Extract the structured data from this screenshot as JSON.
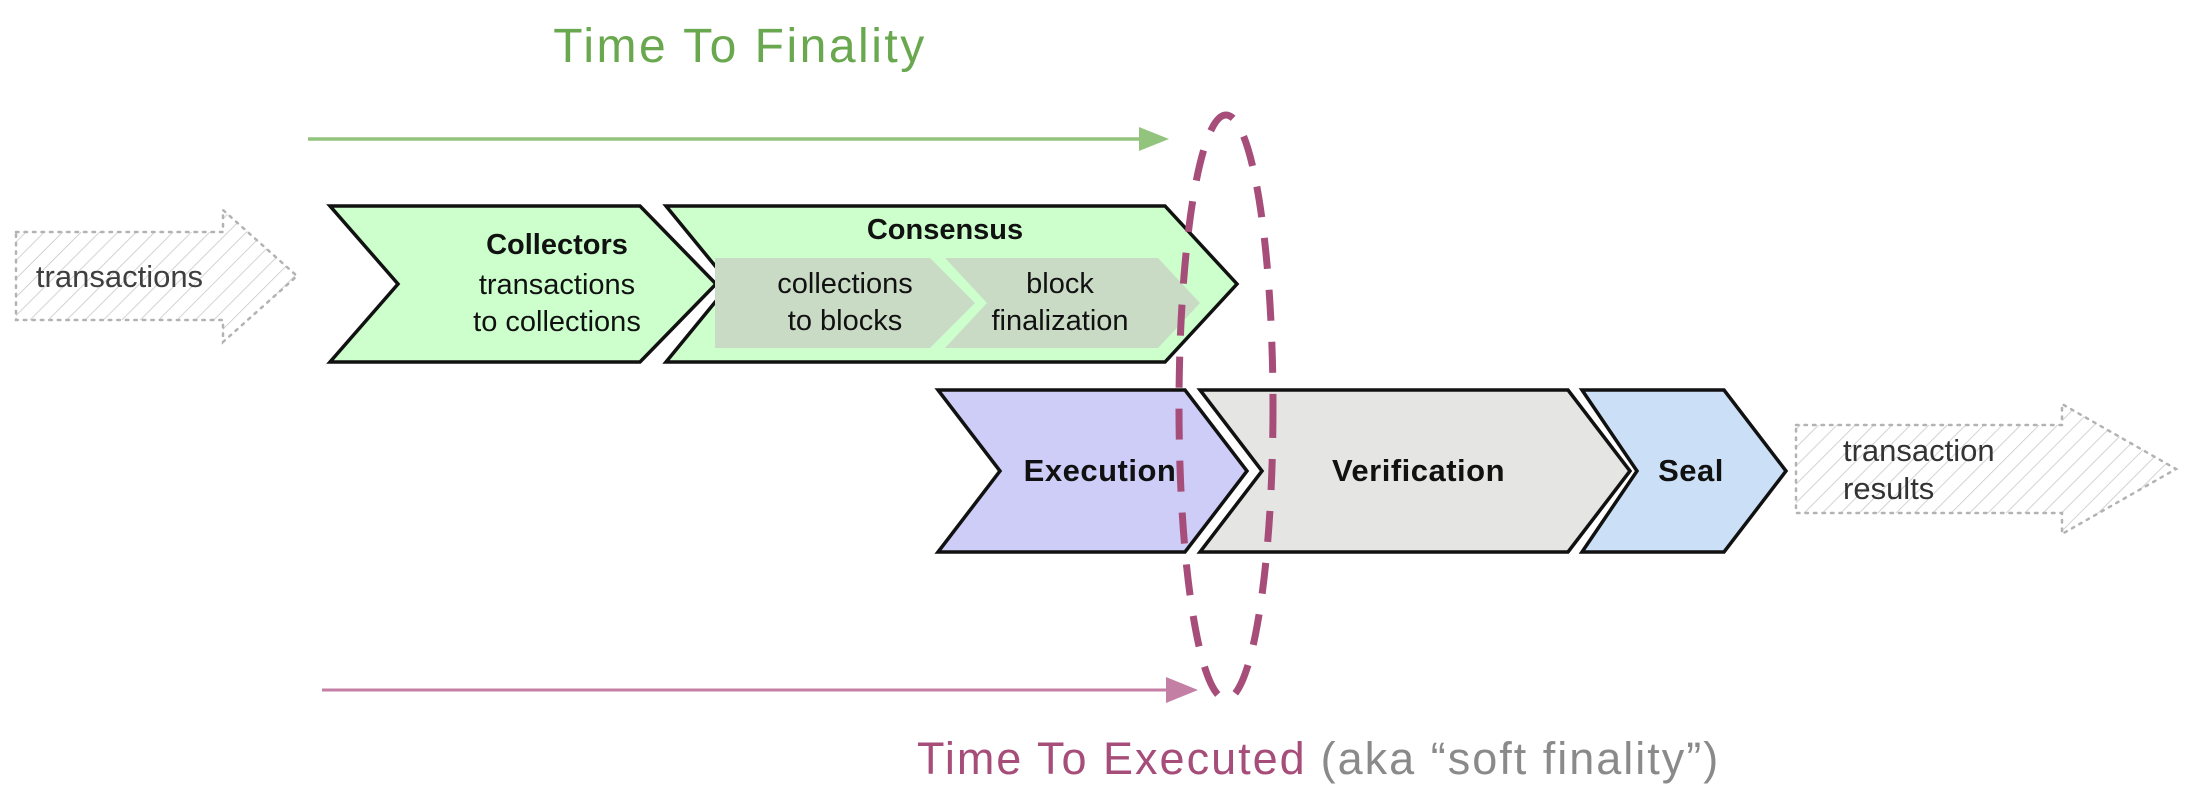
{
  "titles": {
    "time_to_finality": "Time To Finality",
    "time_to_executed": "Time To Executed",
    "time_to_executed_suffix": "(aka “soft finality”)"
  },
  "input_arrow": {
    "label": "transactions"
  },
  "output_arrow": {
    "label": "transaction\nresults"
  },
  "pipeline_row1": {
    "collectors": {
      "title": "Collectors",
      "subtitle": "transactions\nto collections"
    },
    "consensus": {
      "title": "Consensus",
      "steps": [
        {
          "label": "collections\nto blocks"
        },
        {
          "label": "block\nfinalization"
        }
      ]
    }
  },
  "pipeline_row2": {
    "stages": [
      {
        "label": "Execution"
      },
      {
        "label": "Verification"
      },
      {
        "label": "Seal"
      }
    ]
  },
  "colors": {
    "title_green": "#6aa84f",
    "arrow_green": "#93c47d",
    "stage_green": "#ccffcc",
    "stage_substep": "#c9dbc5",
    "stage_purple": "#cdcdf8",
    "stage_gray": "#e5e5e3",
    "stage_blue": "#cbe0f7",
    "ellipse_maroon": "#a64d79",
    "arrow_pink": "#c47fa5",
    "caption_pink": "#a64d79",
    "caption_gray": "#8a8a8a",
    "hatch_line": "#cccccc",
    "hatch_border": "#b3b3b3",
    "outline_black": "#111111"
  }
}
